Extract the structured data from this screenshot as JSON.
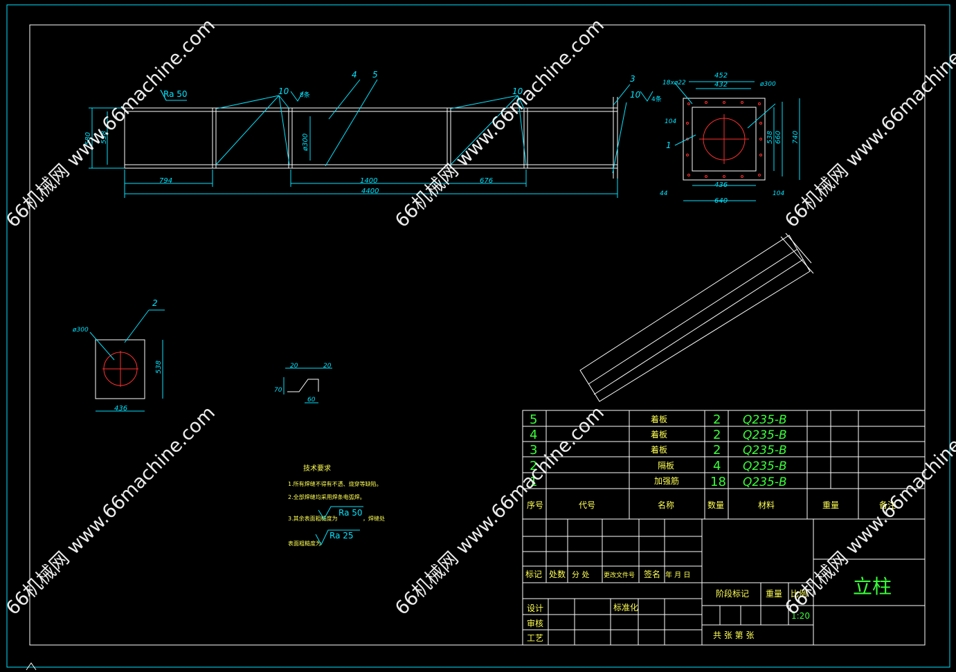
{
  "watermark": {
    "text": "66机械网 www.66machine.com"
  },
  "front_view": {
    "dims": {
      "d1": "794",
      "d2": "1400",
      "d3": "676",
      "d4": "4400",
      "h1": "580",
      "h2": "538",
      "dia": "ø300"
    },
    "callouts": {
      "c4": "4",
      "c5": "5",
      "c3": "3",
      "c10a": "10",
      "c10b": "10",
      "c10c": "10"
    },
    "rough": "Ra 50",
    "weld_a": "8条",
    "weld_b": "4条"
  },
  "side_view": {
    "dims": {
      "w452": "452",
      "w432": "432",
      "holes": "18xø22",
      "dia": "ø300",
      "d104a": "104",
      "d538": "538",
      "d660": "660",
      "d740": "740",
      "d436": "436",
      "d44": "44",
      "d640": "640",
      "d104b": "104"
    },
    "callout1": "1"
  },
  "plate_view": {
    "callout": "2",
    "dia": "ø300",
    "h": "538",
    "w": "436"
  },
  "detail_view": {
    "a": "20",
    "b": "20",
    "c": "70",
    "d": "60"
  },
  "tech": {
    "title": "技术要求",
    "l1": "1.所有焊缝不得有不透、烧穿等缺陷。",
    "l2": "2.全部焊缝均采用焊条电弧焊。",
    "l3a": "3.其余表面粗糙度为",
    "l3r": "Ra 50",
    "l3b": "，焊缝处",
    "l4a": "表面粗糙度为",
    "l4r": "Ra 25"
  },
  "bom": {
    "rows": [
      {
        "no": "5",
        "name": "着板",
        "qty": "2",
        "mat": "Q235-B"
      },
      {
        "no": "4",
        "name": "着板",
        "qty": "2",
        "mat": "Q235-B"
      },
      {
        "no": "3",
        "name": "着板",
        "qty": "2",
        "mat": "Q235-B"
      },
      {
        "no": "2",
        "name": "隔板",
        "qty": "4",
        "mat": "Q235-B"
      },
      {
        "no": "1",
        "name": "加强筋",
        "qty": "18",
        "mat": "Q235-B"
      }
    ],
    "header": {
      "no": "序号",
      "code": "代号",
      "name": "名称",
      "qty": "数量",
      "mat": "材料",
      "weight": "重量",
      "note": "备注"
    }
  },
  "title_block": {
    "rev_cols": {
      "mark": "标记",
      "count": "处数",
      "zone": "分  处",
      "doc": "更改文件号",
      "sign": "签名",
      "date": "年  月  日"
    },
    "design": "设计",
    "review": "审核",
    "process": "工艺",
    "std": "标准化",
    "stage": "阶段标记",
    "weight": "重量",
    "scale": "比例",
    "scale_val": "1:20",
    "sheets": "共      张   第      张",
    "title": "立柱"
  }
}
